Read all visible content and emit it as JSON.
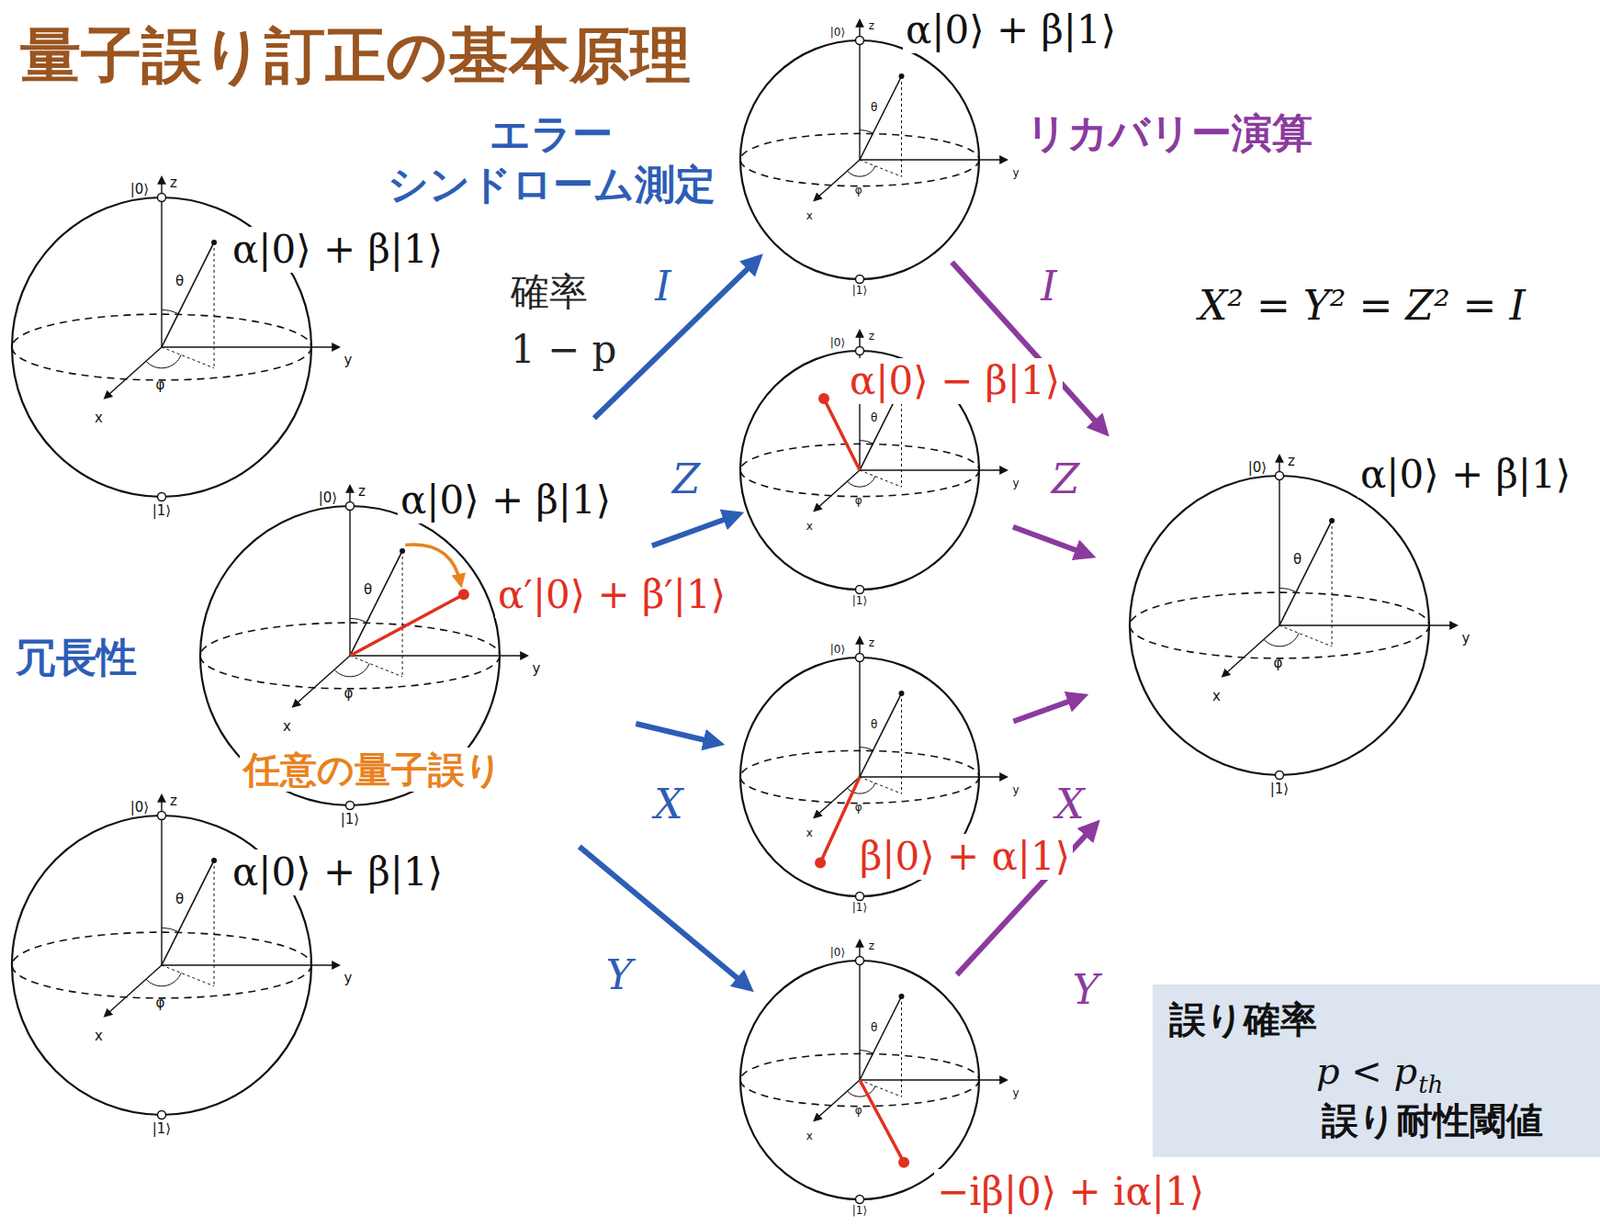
{
  "diagram": {
    "title": "量子誤り訂正の基本原理",
    "nodes": [
      {
        "text": [
          "α|0⟩ + β|1⟩",
          "|0⟩",
          "z",
          "θ",
          "φ",
          "x",
          "y",
          "|1⟩"
        ]
      },
      {
        "text": [
          "α|0⟩ + β|1⟩",
          "α′|0⟩ + β′|1⟩",
          "|0⟩",
          "z",
          "θ",
          "φ",
          "x",
          "y",
          "|1⟩"
        ]
      },
      {
        "text": [
          "α|0⟩ + β|1⟩",
          "|0⟩",
          "z",
          "θ",
          "φ",
          "x",
          "y",
          "|1⟩"
        ]
      },
      {
        "text": [
          "α|0⟩ + β|1⟩",
          "|0⟩",
          "z",
          "θ",
          "φ",
          "x",
          "y",
          "|1⟩"
        ]
      },
      {
        "text": [
          "α|0⟩ − β|1⟩",
          "|0⟩",
          "z",
          "θ",
          "φ",
          "x",
          "y",
          "|1⟩"
        ]
      },
      {
        "text": [
          "β|0⟩ + α|1⟩",
          "|0⟩",
          "z",
          "θ",
          "φ",
          "x",
          "y",
          "|1⟩"
        ]
      },
      {
        "text": [
          "−iβ|0⟩ + iα|1⟩",
          "|0⟩",
          "z",
          "θ",
          "φ",
          "x",
          "y",
          "|1⟩"
        ]
      },
      {
        "text": [
          "α|0⟩ + β|1⟩",
          "|0⟩",
          "z",
          "θ",
          "φ",
          "x",
          "y",
          "|1⟩"
        ]
      },
      {
        "text": [
          "誤り確率",
          "p < p",
          "th",
          "誤り耐性閾値"
        ]
      }
    ],
    "edges": [
      {
        "from": 1,
        "to": 3,
        "arrow": "to",
        "label": "I"
      },
      {
        "from": 1,
        "to": 4,
        "arrow": "to",
        "label": "Z"
      },
      {
        "from": 1,
        "to": 5,
        "arrow": "to",
        "label": "X"
      },
      {
        "from": 1,
        "to": 6,
        "arrow": "to",
        "label": "Y"
      },
      {
        "from": 3,
        "to": 7,
        "arrow": "to",
        "label": "I"
      },
      {
        "from": 4,
        "to": 7,
        "arrow": "to",
        "label": "Z"
      },
      {
        "from": 5,
        "to": 7,
        "arrow": "to",
        "label": "X"
      },
      {
        "from": 6,
        "to": 7,
        "arrow": "to",
        "label": "Y"
      }
    ],
    "labels": [
      "冗長性",
      "エラー シンドローム測定",
      "確率 1 − p",
      "任意の量子誤り",
      "リカバリー演算",
      "X² = Y² = Z² = I"
    ]
  }
}
